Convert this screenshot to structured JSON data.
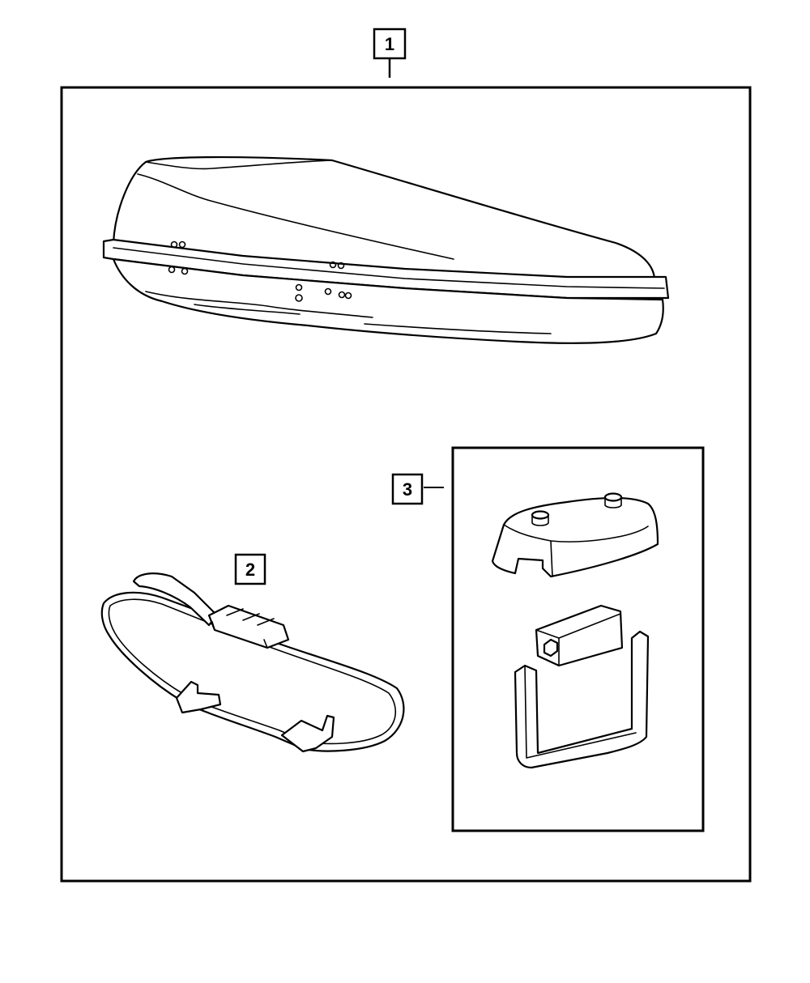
{
  "callouts": [
    {
      "id": "callout-1",
      "label": "1"
    },
    {
      "id": "callout-2",
      "label": "2"
    },
    {
      "id": "callout-3",
      "label": "3"
    }
  ],
  "parts": [
    {
      "name": "cargo-box-illustration"
    },
    {
      "name": "strap-illustration"
    },
    {
      "name": "mounting-hardware-illustration"
    }
  ],
  "colors": {
    "line": "#000000",
    "background": "#ffffff"
  }
}
